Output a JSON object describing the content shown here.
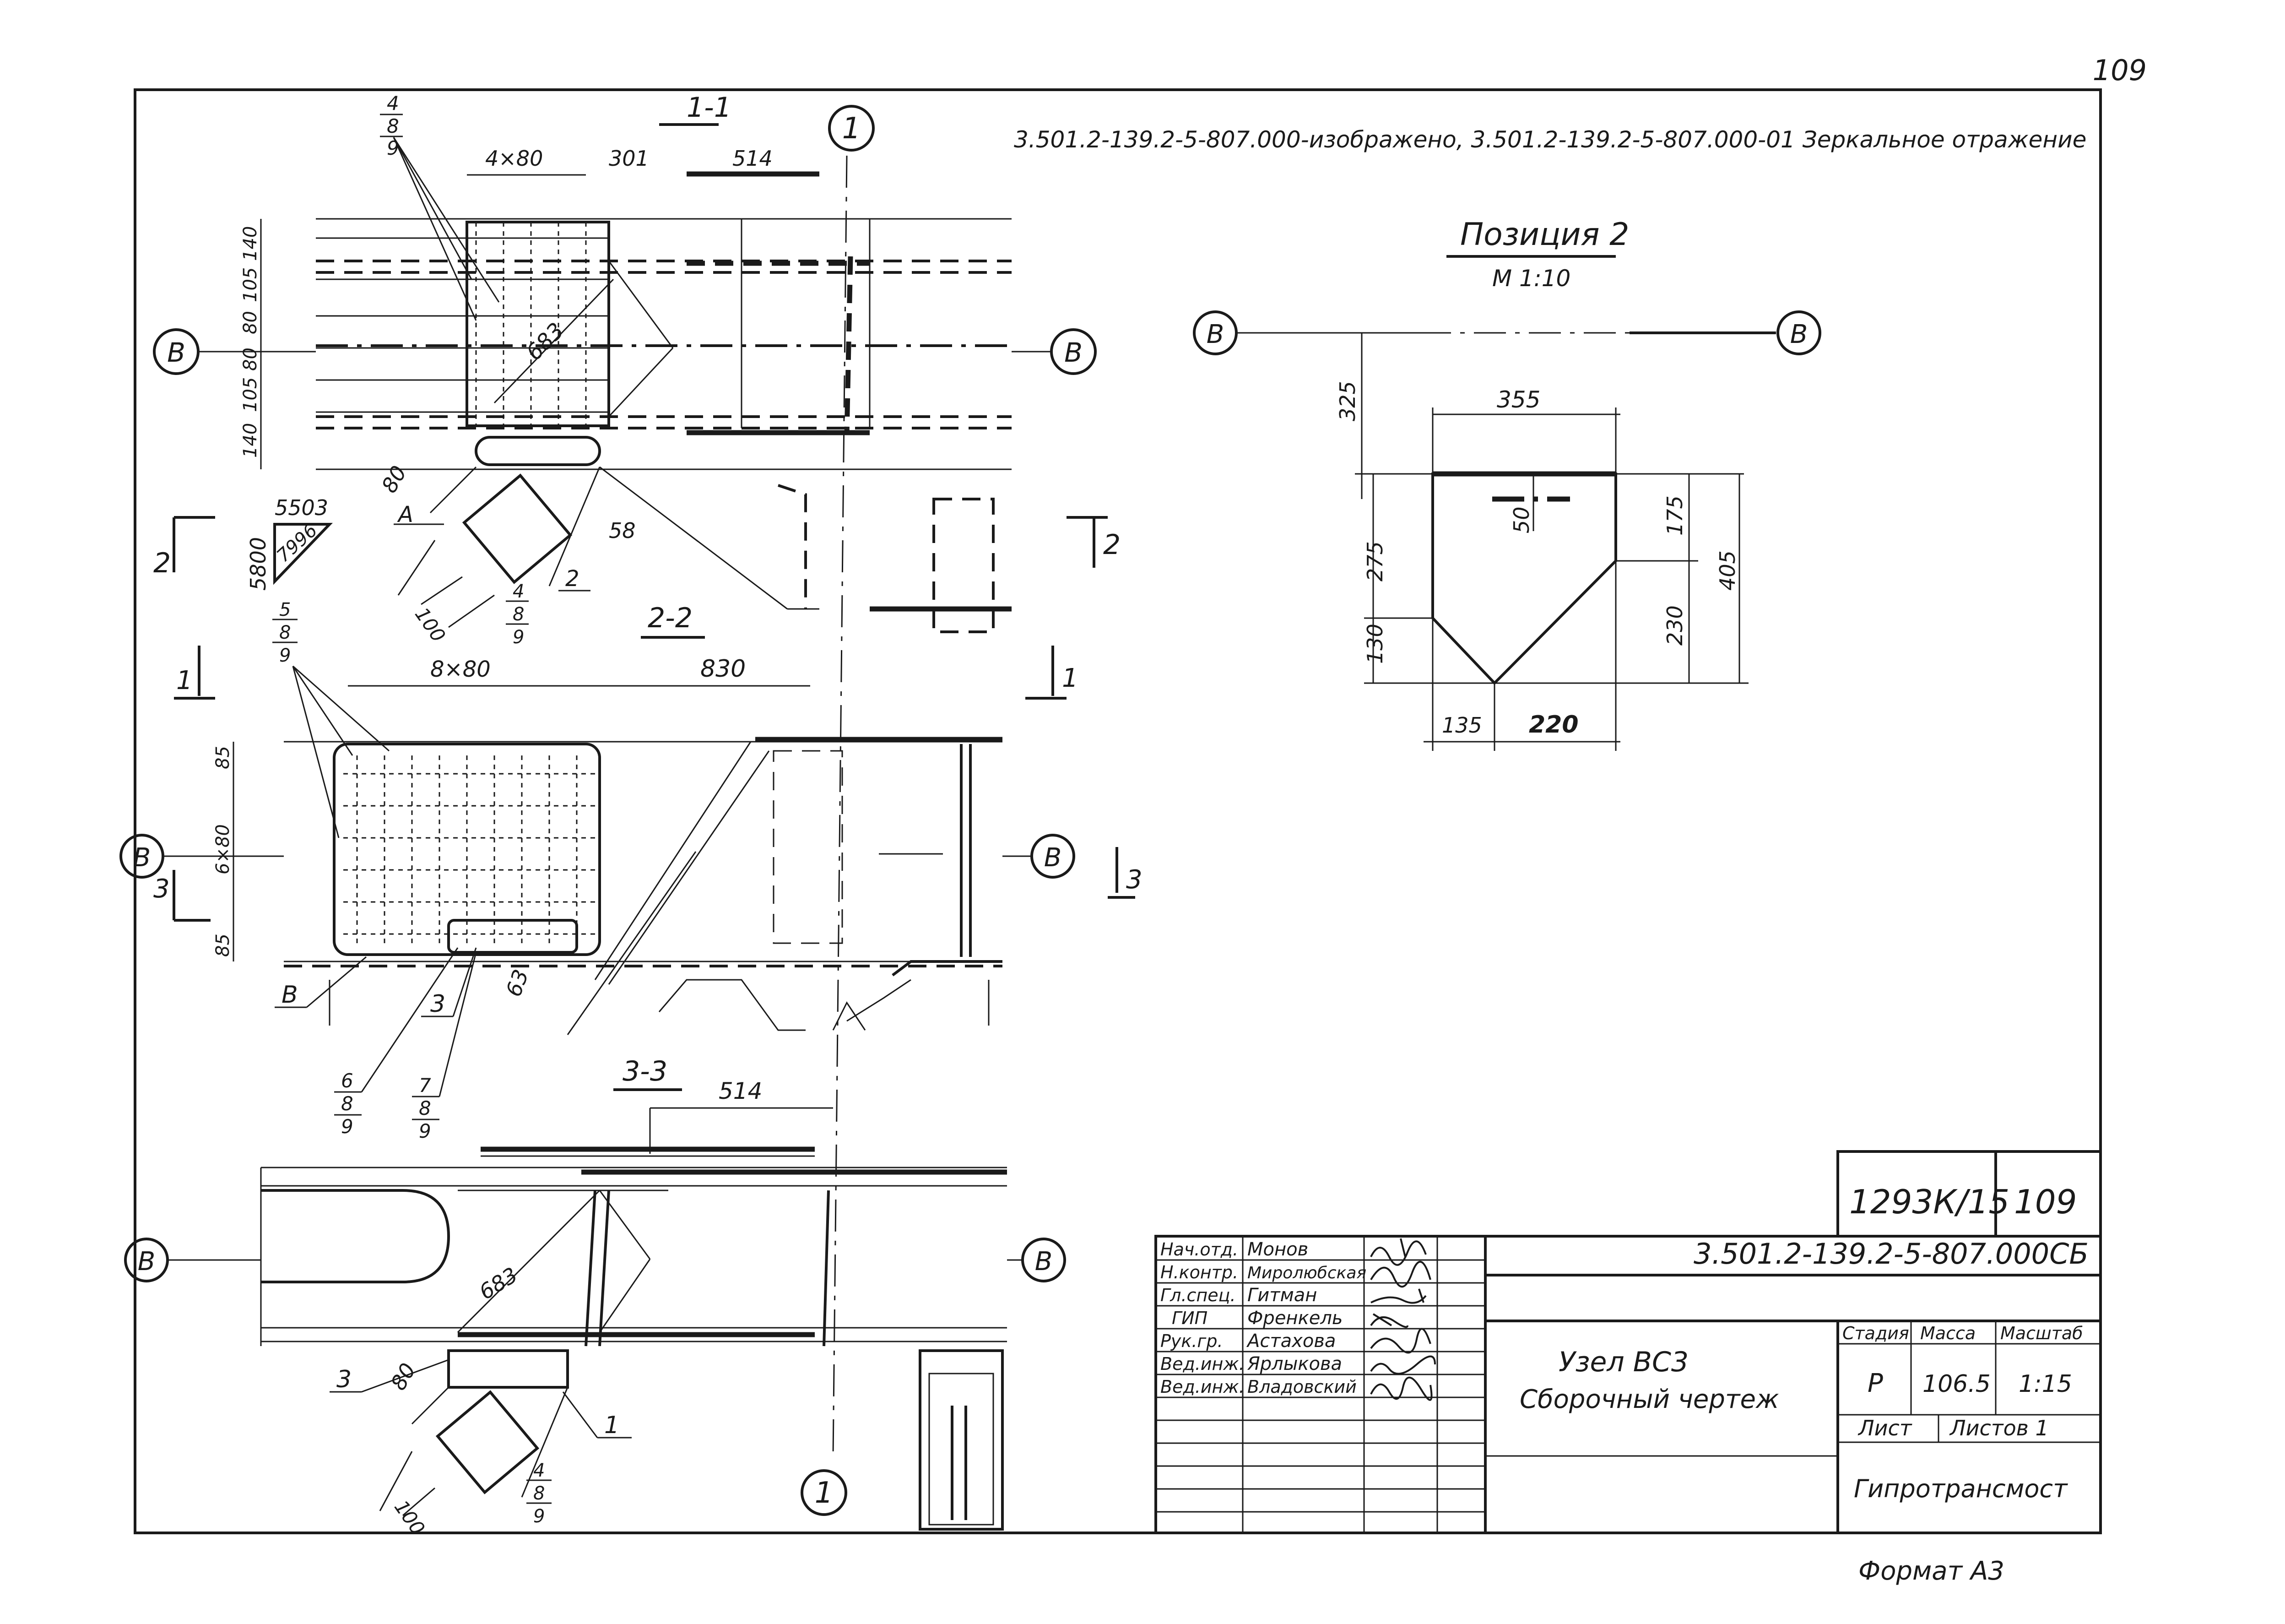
{
  "sheet": {
    "page_number": "109",
    "format_label": "Формат А3",
    "top_note": "3.501.2-139.2-5-807.000-изображено, 3.501.2-139.2-5-807.000-01 Зеркальное отражение"
  },
  "sections": {
    "s11": "1-1",
    "s22": "2-2",
    "s33": "3-3",
    "axis": "1",
    "axis_bottom": "1",
    "cut2_left": "2",
    "cut2_right": "2",
    "cut1_left": "1",
    "cut1_right": "1",
    "cut3_left": "3",
    "cut3_right": "3"
  },
  "markers": {
    "b": "В"
  },
  "dims": {
    "top_4x80": "4×80",
    "top_301": "301",
    "top_514": "514",
    "v140a": "140",
    "v105a": "105",
    "v80a": "80",
    "v80b": "80",
    "v105b": "105",
    "v140b": "140",
    "d683": "683",
    "d80": "80",
    "d58": "58",
    "d100": "100",
    "lblA": "А",
    "lbl2": "2",
    "slope_5503": "5503",
    "slope_7996": "7996",
    "slope_5800": "5800",
    "mid_8x80": "8×80",
    "mid_830": "830",
    "v85a": "85",
    "v6x80": "6×80",
    "v85b": "85",
    "lblB": "В",
    "lbl3": "3",
    "d63": "63",
    "s3_514": "514",
    "s3_683": "683",
    "s3_80": "80",
    "s3_3": "3",
    "s3_1": "1",
    "s3_100": "100"
  },
  "callouts": {
    "c_top": [
      "4",
      "8",
      "9"
    ],
    "c_mid_top": [
      "5",
      "8",
      "9"
    ],
    "c_a": [
      "4",
      "8",
      "9"
    ],
    "c_6": [
      "6",
      "8",
      "9"
    ],
    "c_7": [
      "7",
      "8",
      "9"
    ],
    "c_bot": [
      "4",
      "8",
      "9"
    ]
  },
  "position2": {
    "title": "Позиция 2",
    "scale": "М 1:10",
    "d355": "355",
    "d325": "325",
    "d50": "50",
    "d175": "175",
    "d405": "405",
    "d275": "275",
    "d230": "230",
    "d130": "130",
    "d135": "135",
    "d220": "220"
  },
  "title_block": {
    "series_code": "1293К/15",
    "sheet_no": "109",
    "drawing_code": "3.501.2-139.2-5-807.000СБ",
    "name_line1": "Узел ВС3",
    "name_line2": "Сборочный чертеж",
    "stage_hdr": "Стадия",
    "mass_hdr": "Масса",
    "scale_hdr": "Масштаб",
    "stage": "Р",
    "mass": "106.5",
    "scale": "1:15",
    "sheet_hdr": "Лист",
    "sheets_hdr": "Листов 1",
    "org": "Гипротрансмост",
    "staff": [
      {
        "role": "Нач.отд.",
        "name": "Монов"
      },
      {
        "role": "Н.контр.",
        "name": "Миролюбская"
      },
      {
        "role": "Гл.спец.",
        "name": "Гитман"
      },
      {
        "role": "ГИП",
        "name": "Френкель"
      },
      {
        "role": "Рук.гр.",
        "name": "Астахова"
      },
      {
        "role": "Вед.инж.",
        "name": "Ярлыкова"
      },
      {
        "role": "Вед.инж.",
        "name": "Владовский"
      }
    ]
  }
}
